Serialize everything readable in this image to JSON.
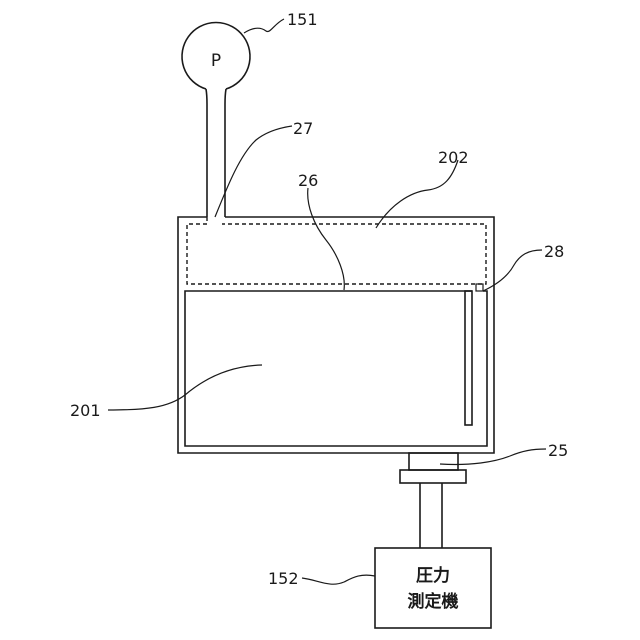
{
  "pump": {
    "symbol": "P"
  },
  "pressure_meter": {
    "line1": "圧力",
    "line2": "測定機"
  },
  "reference_numerals": {
    "pump": "151",
    "port": "27",
    "upper_chamber": "202",
    "partition": "26",
    "tube": "28",
    "lower_chamber": "201",
    "connector": "25",
    "pressure_meter": "152"
  }
}
